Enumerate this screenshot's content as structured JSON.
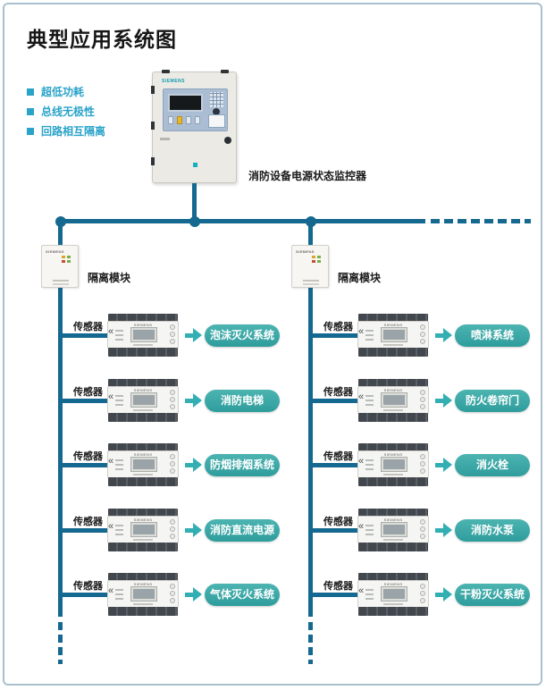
{
  "title": "典型应用系统图",
  "features": [
    {
      "label": "超低功耗"
    },
    {
      "label": "总线无极性"
    },
    {
      "label": "回路相互隔离"
    }
  ],
  "controller": {
    "brand": "SIEMENS",
    "label": "消防设备电源状态监控器"
  },
  "device_brand": "SIEMENS",
  "isolation_modules": {
    "left": {
      "label": "隔离模块"
    },
    "right": {
      "label": "隔离模块"
    }
  },
  "columns": {
    "left": {
      "rows": [
        {
          "sensor_label": "传感器",
          "target": "泡沫灭火系统"
        },
        {
          "sensor_label": "传感器",
          "target": "消防电梯"
        },
        {
          "sensor_label": "传感器",
          "target": "防烟排烟系统"
        },
        {
          "sensor_label": "传感器",
          "target": "消防直流电源"
        },
        {
          "sensor_label": "传感器",
          "target": "气体灭火系统"
        }
      ]
    },
    "right": {
      "rows": [
        {
          "sensor_label": "传感器",
          "target": "喷淋系统"
        },
        {
          "sensor_label": "传感器",
          "target": "防火卷帘门"
        },
        {
          "sensor_label": "传感器",
          "target": "消火栓"
        },
        {
          "sensor_label": "传感器",
          "target": "消防水泵"
        },
        {
          "sensor_label": "传感器",
          "target": "干粉灭火系统"
        }
      ]
    }
  },
  "colors": {
    "line": "#15688f",
    "feature_text": "#29a3c8",
    "pill_teal": "#38a7a7",
    "arrow_teal": "#33afb4",
    "frame_border": "#a9c0ce",
    "controller_panel": "#aabdd2"
  }
}
